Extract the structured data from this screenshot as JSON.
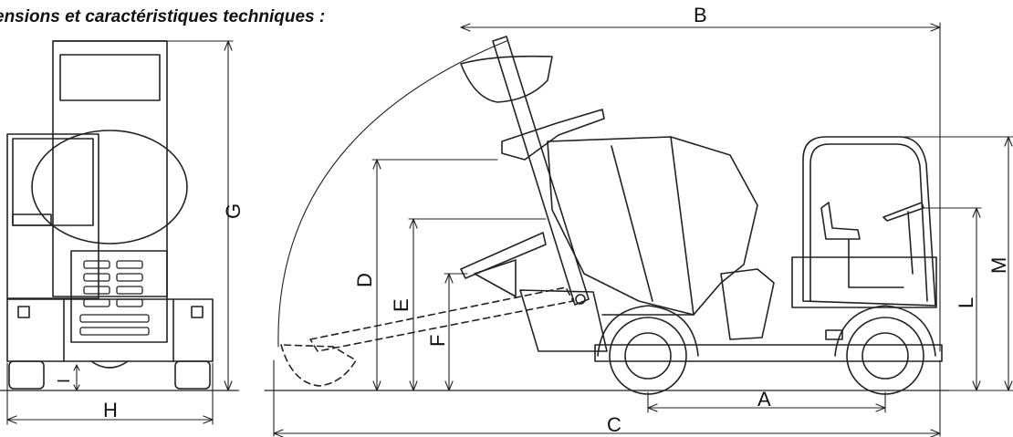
{
  "title": "ensions et caractéristiques techniques :",
  "labels": {
    "A": "A",
    "B": "B",
    "C": "C",
    "D": "D",
    "E": "E",
    "F": "F",
    "G": "G",
    "H": "H",
    "I": "I",
    "L": "L",
    "M": "M"
  }
}
